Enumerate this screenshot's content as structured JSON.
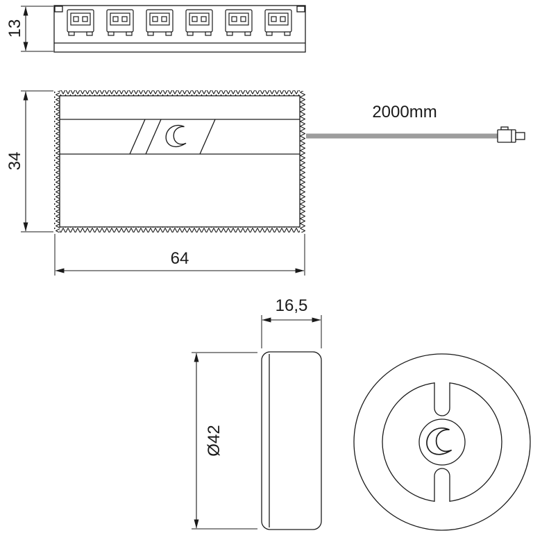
{
  "views": {
    "top": {
      "height_dim": "13"
    },
    "front": {
      "height_dim": "34",
      "width_dim": "64",
      "cable_label": "2000mm"
    },
    "side": {
      "width_dim": "16,5"
    },
    "face": {
      "diameter_dim": "Ø42"
    }
  },
  "colors": {
    "line": "#1a1a1a",
    "cable": "#9d9d9d",
    "background": "#ffffff"
  }
}
